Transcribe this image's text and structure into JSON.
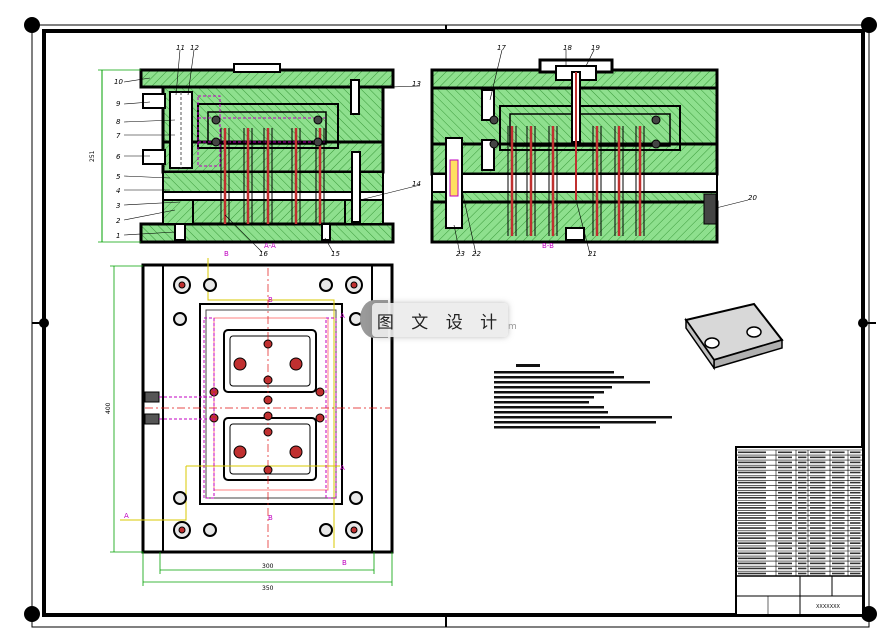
{
  "section_labels": {
    "a_a": "A-A",
    "b_b": "B-B"
  },
  "callouts_left": [
    "1",
    "2",
    "3",
    "4",
    "5",
    "6",
    "7",
    "8",
    "9",
    "10",
    "11",
    "12",
    "13",
    "14",
    "15",
    "16"
  ],
  "callouts_right": [
    "17",
    "18",
    "19",
    "20",
    "21",
    "22",
    "23"
  ],
  "dimensions": {
    "left_height": "251",
    "plan_height": "400",
    "plan_inner_width": "300",
    "plan_outer_width": "350"
  },
  "cut_marks": {
    "a": "A",
    "b": "B"
  },
  "watermark": {
    "text": "图 文 设 计",
    "suffix": "m"
  },
  "title_block": {
    "drawing_name": "XXXXXXX"
  },
  "colors": {
    "frame": "#000000",
    "fill_green": "#8ee08e",
    "hatch": "#2a8a2a",
    "pin_red": "#c03030",
    "center_red": "#e01010",
    "dim_green": "#00a000",
    "cut_yellow": "#d8c800",
    "magenta": "#c000c0"
  }
}
